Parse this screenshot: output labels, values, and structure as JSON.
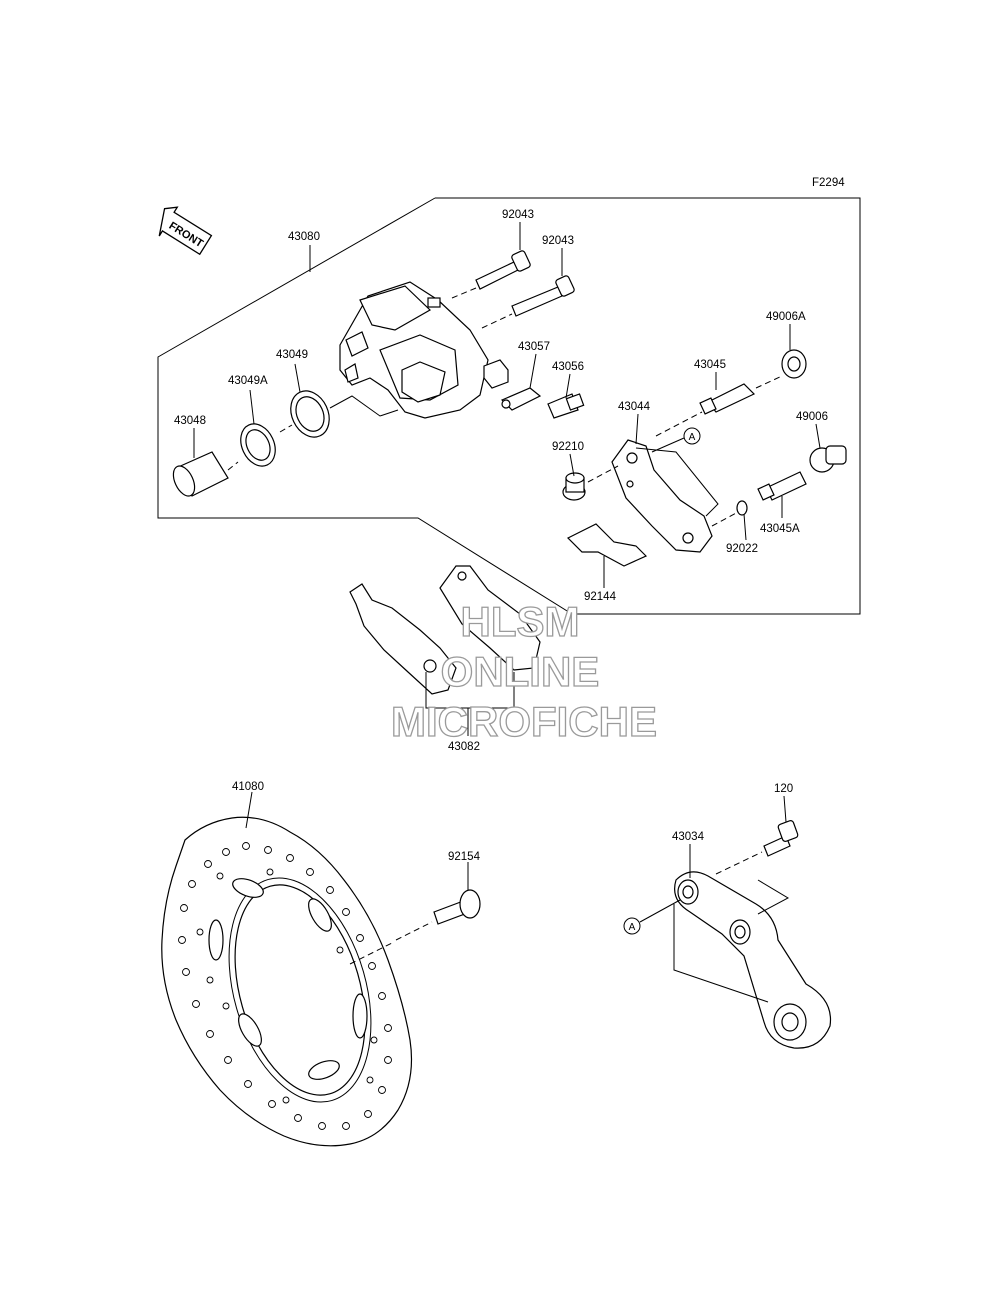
{
  "figure_code": "F2294",
  "direction_arrow": "FRONT",
  "callout_marker": "A",
  "watermark": [
    "HLSM",
    "ONLINE",
    "MICROFICHE"
  ],
  "part_numbers": {
    "p43080": "43080",
    "p92043a": "92043",
    "p92043b": "92043",
    "p49006A": "49006A",
    "p43049": "43049",
    "p43057": "43057",
    "p43045": "43045",
    "p43049A": "43049A",
    "p43056": "43056",
    "p43044": "43044",
    "p43048": "43048",
    "p49006": "49006",
    "p92210": "92210",
    "p43045A": "43045A",
    "p92022": "92022",
    "p92144": "92144",
    "p43082": "43082",
    "p41080": "41080",
    "p120": "120",
    "p43034": "43034",
    "p92154": "92154"
  }
}
